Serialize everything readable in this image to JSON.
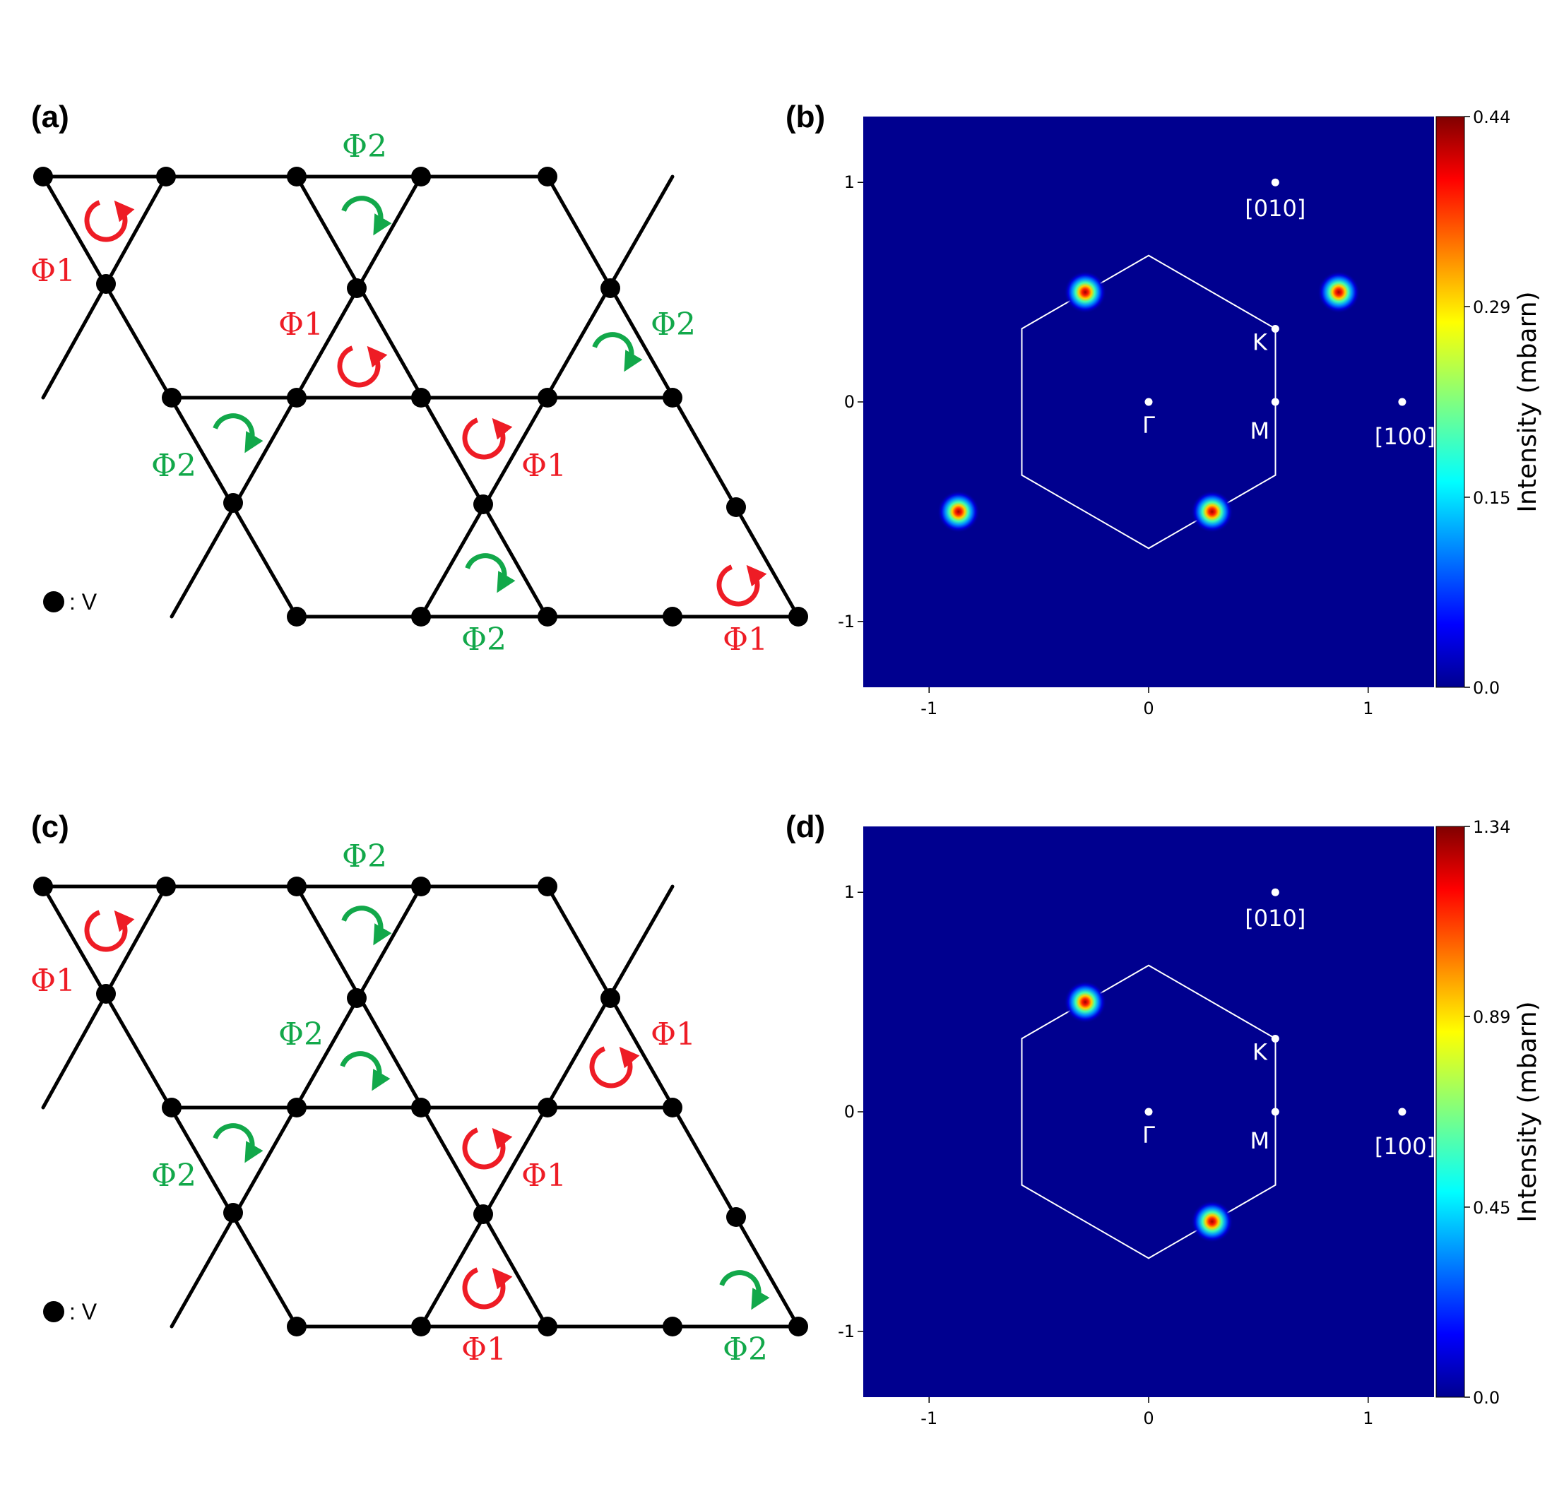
{
  "lattice_panels": [
    {
      "id": "a",
      "label": "(a)",
      "legend_label": ": V",
      "triangles": [
        {
          "phase": "Φ1",
          "rotation": "ccw"
        },
        {
          "phase": "Φ2",
          "rotation": "cw"
        },
        {
          "phase": "Φ1",
          "rotation": "ccw"
        },
        {
          "phase": "Φ2",
          "rotation": "cw"
        },
        {
          "phase": "Φ2",
          "rotation": "cw"
        },
        {
          "phase": "Φ1",
          "rotation": "ccw"
        },
        {
          "phase": "Φ2",
          "rotation": "cw"
        },
        {
          "phase": "Φ1",
          "rotation": "ccw"
        }
      ]
    },
    {
      "id": "c",
      "label": "(c)",
      "legend_label": ": V",
      "triangles": [
        {
          "phase": "Φ1",
          "rotation": "ccw"
        },
        {
          "phase": "Φ2",
          "rotation": "cw"
        },
        {
          "phase": "Φ2",
          "rotation": "cw"
        },
        {
          "phase": "Φ1",
          "rotation": "ccw"
        },
        {
          "phase": "Φ2",
          "rotation": "cw"
        },
        {
          "phase": "Φ1",
          "rotation": "ccw"
        },
        {
          "phase": "Φ1",
          "rotation": "ccw"
        },
        {
          "phase": "Φ2",
          "rotation": "cw"
        }
      ]
    }
  ],
  "colors": {
    "phi1": "#ee1c25",
    "phi2": "#12a84a",
    "map_background": "#00008f",
    "bond": "#000000"
  },
  "chart_data": [
    {
      "id": "b",
      "label": "(b)",
      "type": "heatmap",
      "xlim": [
        -1.3,
        1.3
      ],
      "ylim": [
        -1.3,
        1.3
      ],
      "x_ticks": [
        "-1",
        "0",
        "1"
      ],
      "y_ticks": [
        "1",
        "0",
        "-1"
      ],
      "colorbar": {
        "label": "Intensity (mbarn)",
        "ticks": [
          "0.44",
          "0.29",
          "0.15",
          "0.0"
        ],
        "max": 0.44
      },
      "peaks": [
        {
          "x": -0.289,
          "y": 0.5
        },
        {
          "x": 0.866,
          "y": 0.5
        },
        {
          "x": -0.866,
          "y": -0.5
        },
        {
          "x": 0.289,
          "y": -0.5
        }
      ],
      "points": [
        {
          "name": "[010]",
          "x": 0.577,
          "y": 1.0
        },
        {
          "name": "K",
          "x": 0.577,
          "y": 0.333
        },
        {
          "name": "Γ",
          "x": 0.0,
          "y": 0.0
        },
        {
          "name": "M",
          "x": 0.577,
          "y": 0.0
        },
        {
          "name": "[100]",
          "x": 1.155,
          "y": 0.0
        }
      ]
    },
    {
      "id": "d",
      "label": "(d)",
      "type": "heatmap",
      "xlim": [
        -1.3,
        1.3
      ],
      "ylim": [
        -1.3,
        1.3
      ],
      "x_ticks": [
        "-1",
        "0",
        "1"
      ],
      "y_ticks": [
        "1",
        "0",
        "-1"
      ],
      "colorbar": {
        "label": "Intensity (mbarn)",
        "ticks": [
          "1.34",
          "0.89",
          "0.45",
          "0.0"
        ],
        "max": 1.34
      },
      "peaks": [
        {
          "x": -0.289,
          "y": 0.5
        },
        {
          "x": 0.289,
          "y": -0.5
        }
      ],
      "points": [
        {
          "name": "[010]",
          "x": 0.577,
          "y": 1.0
        },
        {
          "name": "K",
          "x": 0.577,
          "y": 0.333
        },
        {
          "name": "Γ",
          "x": 0.0,
          "y": 0.0
        },
        {
          "name": "M",
          "x": 0.577,
          "y": 0.0
        },
        {
          "name": "[100]",
          "x": 1.155,
          "y": 0.0
        }
      ]
    }
  ]
}
